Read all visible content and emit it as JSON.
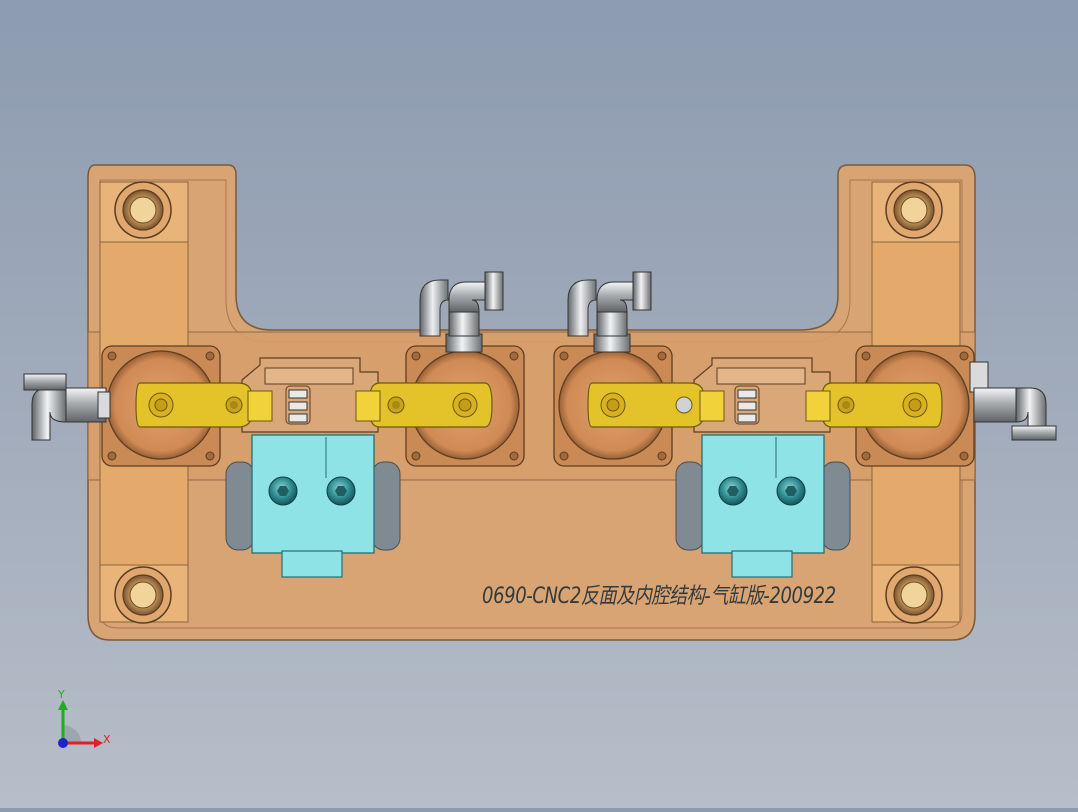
{
  "drawing_label": "0690-CNC2反面及内腔结构-气缸版-200922",
  "axis": {
    "x_label": "X",
    "y_label": "Y"
  },
  "colors": {
    "background_top": "#8d9bb0",
    "base_plate": "#d9a473",
    "bronze": "#c98a55",
    "clamp_arm": "#e3c22a",
    "cylinder_block": "#8ee3e6",
    "fitting": "#c8cacc",
    "screw_head": "#2c8a8f"
  }
}
